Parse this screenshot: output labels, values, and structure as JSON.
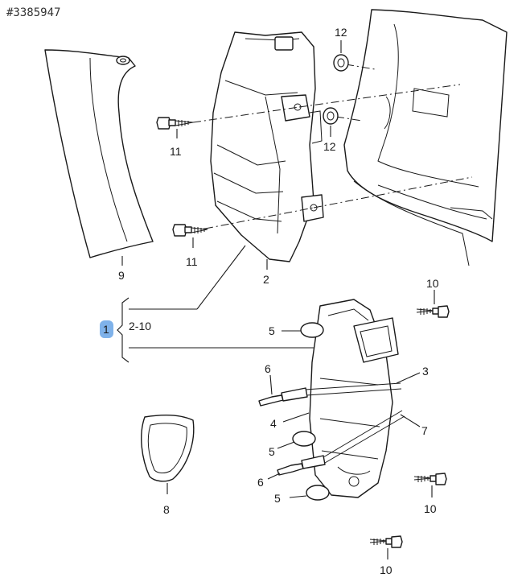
{
  "diagram_id": "#3385947",
  "group": {
    "number": "1",
    "range": "2-10",
    "highlight": "#7fb2ea"
  },
  "labels": {
    "p2": "2",
    "p3": "3",
    "p4": "4",
    "p5a": "5",
    "p5b": "5",
    "p5c": "5",
    "p6a": "6",
    "p6b": "6",
    "p7": "7",
    "p8": "8",
    "p9": "9",
    "p10a": "10",
    "p10b": "10",
    "p10c": "10",
    "p11a": "11",
    "p11b": "11",
    "p12a": "12",
    "p12b": "12"
  }
}
